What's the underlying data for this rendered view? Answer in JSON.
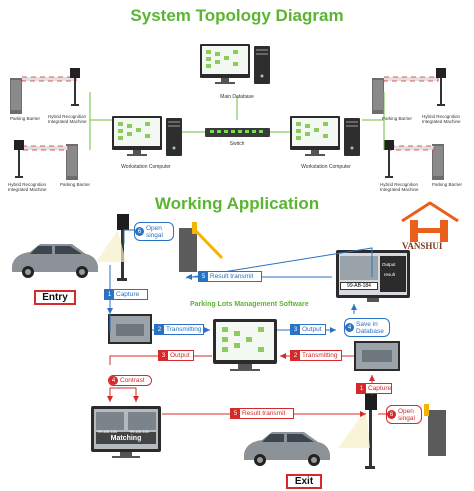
{
  "titles": {
    "topology": "System Topology Diagram",
    "working": "Working Application"
  },
  "topology": {
    "main_database": "Main Database",
    "switch": "Switch",
    "workstation_left": "Workstation Computer",
    "workstation_right": "Workstation Computer",
    "left_top": {
      "barrier": "Parking Barrier",
      "camera": "Hybrid Recognition\nIntegrated Machine"
    },
    "left_bottom": {
      "camera": "Hybrid Recognition\nIntegrated Machine",
      "barrier": "Parking Barrier"
    },
    "right_top": {
      "barrier": "Parking Barrier",
      "camera": "Hybrid Recognition\nIntegrated Machine"
    },
    "right_bottom": {
      "camera": "Hybrid Recognition\nIntegrated Machine",
      "barrier": "Parking Barrier"
    }
  },
  "brand": {
    "name": "VANSHUI",
    "colors": {
      "orange": "#e8601c",
      "brown": "#7a3b1d"
    }
  },
  "working": {
    "software_label": "Parking Lots Management Software",
    "entry_label": "Entry",
    "exit_label": "Exit",
    "matching_label": "Matching",
    "plate_top": "99-AB-184",
    "plate_left_a": "99-AB-184",
    "plate_left_b": "99-AB-184",
    "db_screen": {
      "line1": "Output",
      "line2": "result"
    },
    "steps_entry": [
      {
        "num": "6",
        "label": "Open\nsingal"
      },
      {
        "num": "5",
        "label": "Result   transmit"
      },
      {
        "num": "1",
        "label": "Capture"
      },
      {
        "num": "2",
        "label": "Transmitting"
      },
      {
        "num": "3",
        "label": "Output"
      },
      {
        "num": "4",
        "label": "Save in\nDatabase"
      }
    ],
    "steps_exit": [
      {
        "num": "1",
        "label": "Capture"
      },
      {
        "num": "2",
        "label": "Transmitting"
      },
      {
        "num": "3",
        "label": "Output"
      },
      {
        "num": "4",
        "label": "Contrast"
      },
      {
        "num": "5",
        "label": "Result   transmit"
      },
      {
        "num": "6",
        "label": "Open\nsingal"
      }
    ]
  },
  "colors": {
    "title_green": "#5cb531",
    "flow_blue": "#2a72c4",
    "flow_red": "#d42a2a",
    "link_green": "#6cbf3e"
  }
}
